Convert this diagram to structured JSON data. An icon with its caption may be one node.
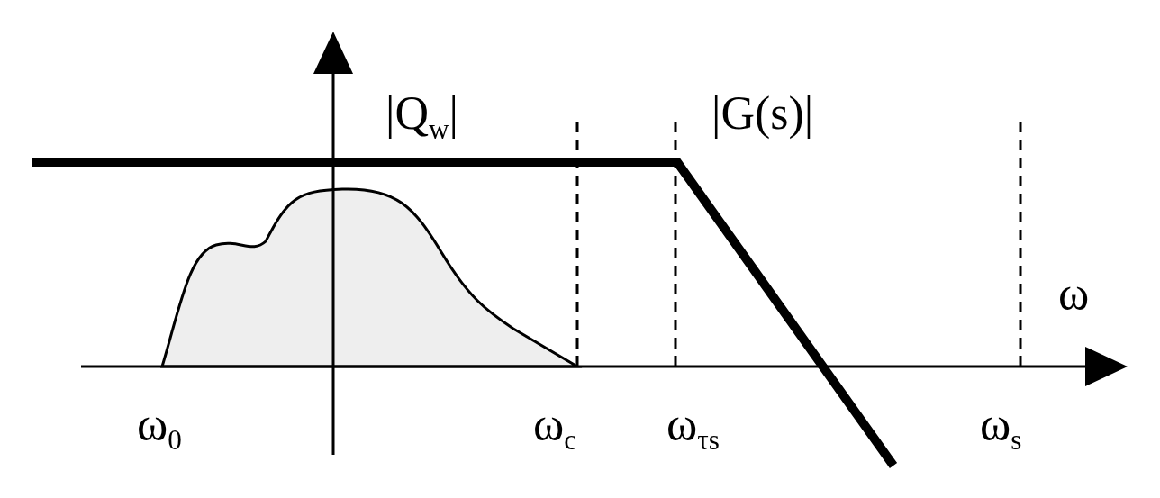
{
  "diagram": {
    "labels": [
      "|Q$_{w}$|",
      "|G(s)|",
      "ω",
      "ω$_{0}$",
      "ω$_{c}$",
      "ω$_{τs}$",
      "ω$_{s}$"
    ]
  }
}
